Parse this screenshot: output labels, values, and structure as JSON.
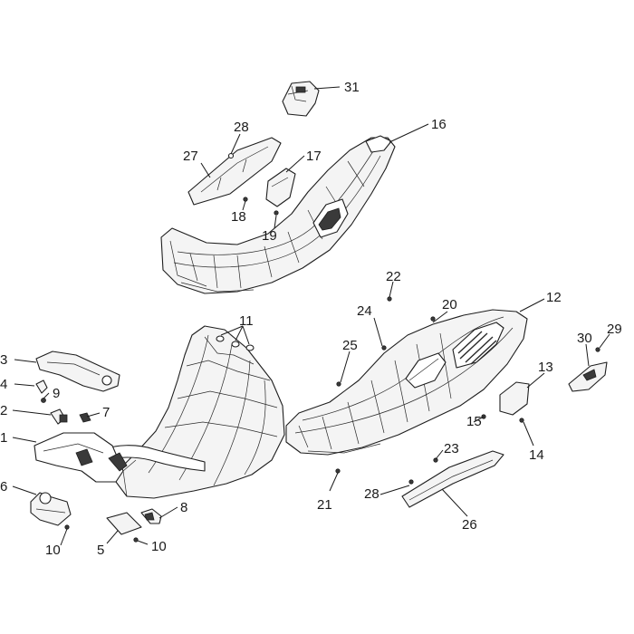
{
  "callouts": [
    {
      "id": "c1",
      "number": "1"
    },
    {
      "id": "c2",
      "number": "2"
    },
    {
      "id": "c3",
      "number": "3"
    },
    {
      "id": "c4",
      "number": "4"
    },
    {
      "id": "c5",
      "number": "5"
    },
    {
      "id": "c6",
      "number": "6"
    },
    {
      "id": "c7",
      "number": "7"
    },
    {
      "id": "c8",
      "number": "8"
    },
    {
      "id": "c9",
      "number": "9"
    },
    {
      "id": "c10a",
      "number": "10"
    },
    {
      "id": "c10b",
      "number": "10"
    },
    {
      "id": "c11",
      "number": "11"
    },
    {
      "id": "c12",
      "number": "12"
    },
    {
      "id": "c13",
      "number": "13"
    },
    {
      "id": "c14",
      "number": "14"
    },
    {
      "id": "c15",
      "number": "15"
    },
    {
      "id": "c16",
      "number": "16"
    },
    {
      "id": "c17",
      "number": "17"
    },
    {
      "id": "c18",
      "number": "18"
    },
    {
      "id": "c19",
      "number": "19"
    },
    {
      "id": "c20",
      "number": "20"
    },
    {
      "id": "c21",
      "number": "21"
    },
    {
      "id": "c22",
      "number": "22"
    },
    {
      "id": "c23",
      "number": "23"
    },
    {
      "id": "c24",
      "number": "24"
    },
    {
      "id": "c25",
      "number": "25"
    },
    {
      "id": "c26",
      "number": "26"
    },
    {
      "id": "c27",
      "number": "27"
    },
    {
      "id": "c28a",
      "number": "28"
    },
    {
      "id": "c28b",
      "number": "28"
    },
    {
      "id": "c29",
      "number": "29"
    },
    {
      "id": "c30",
      "number": "30"
    },
    {
      "id": "c31",
      "number": "31"
    }
  ]
}
